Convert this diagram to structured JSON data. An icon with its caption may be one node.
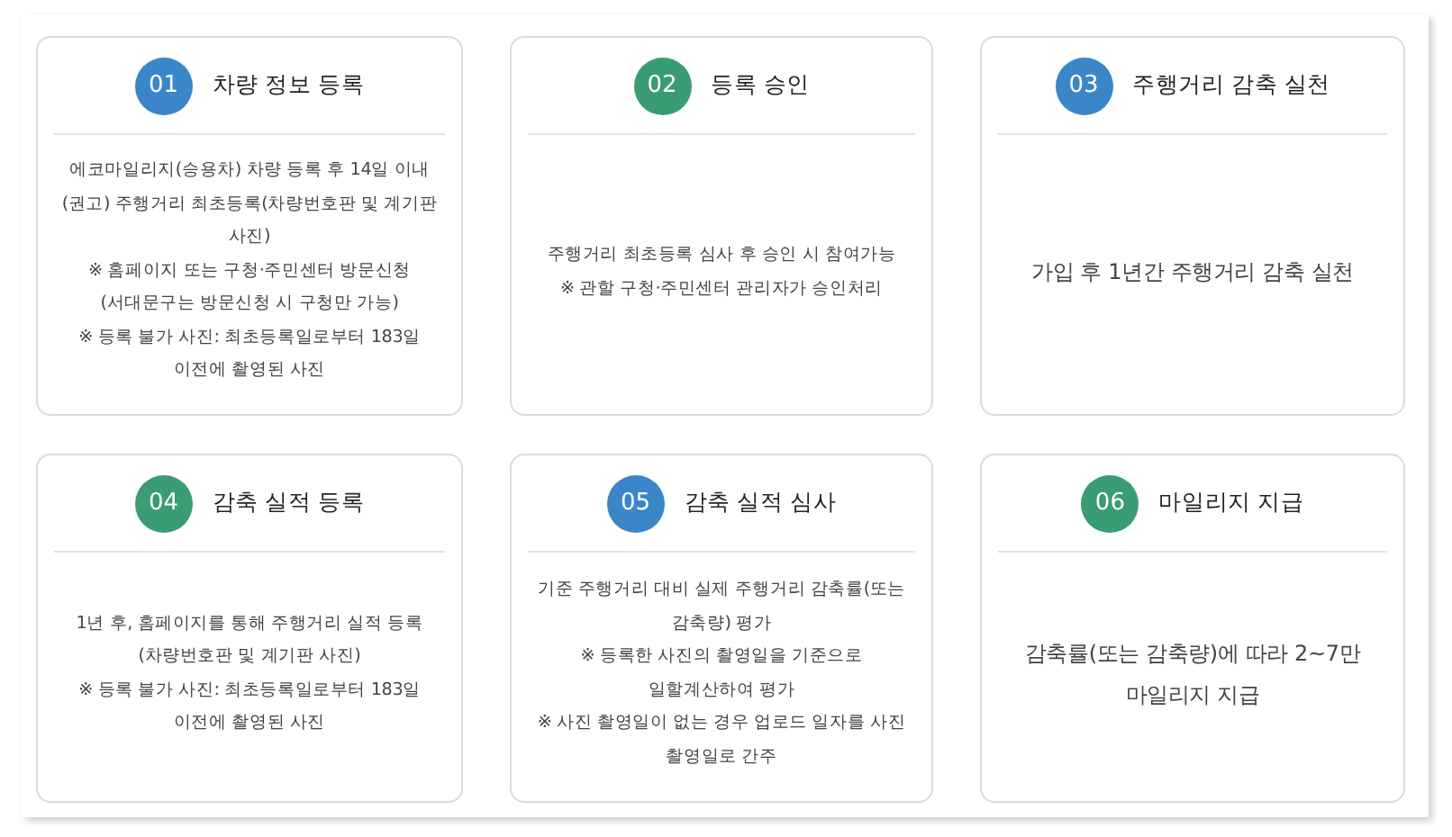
{
  "diagram": {
    "nodes": [
      {
        "text": [
          "차량 정보 등록",
          "에코마일리지(승용차) 차량 등록 후 14일 이내 (권고) 주행거리 최초등록(차량번호판 및 계기판 사진)",
          "※ 홈페이지 또는 구청·주민센터 방문신청 (서대문구는 방문신청 시 구청만 가능)",
          "※ 등록 불가 사진: 최초등록일로부터 183일 이전에 촬영된 사진"
        ]
      },
      {
        "text": [
          "01"
        ],
        "in": 0
      },
      {
        "text": [
          "등록 승인",
          "주행거리 최초등록 심사 후 승인 시 참여가능",
          "※ 관할 구청·주민센터 관리자가 승인처리"
        ]
      },
      {
        "text": [
          "02"
        ],
        "in": 2
      },
      {
        "text": [
          "주행거리 감축 실천",
          "가입 후 1년간 주행거리 감축 실천"
        ]
      },
      {
        "text": [
          "03"
        ],
        "in": 4
      },
      {
        "text": [
          "감축 실적 등록",
          "1년 후, 홈페이지를 통해 주행거리 실적 등록 (차량번호판 및 계기판 사진)",
          "※ 등록 불가 사진: 최초등록일로부터 183일 이전에 촬영된 사진"
        ]
      },
      {
        "text": [
          "04"
        ],
        "in": 6
      },
      {
        "text": [
          "감축 실적 심사",
          "기준 주행거리 대비 실제 주행거리 감축률(또는 감축량) 평가",
          "※ 등록한 사진의 촬영일을 기준으로 일할계산하여 평가",
          "※ 사진 촬영일이 없는 경우 업로드 일자를 사진 촬영일로 간주"
        ]
      },
      {
        "text": [
          "05"
        ],
        "in": 8
      },
      {
        "text": [
          "마일리지 지급",
          "감축률(또는 감축량)에 따라 2~7만 마일리지 지급"
        ]
      },
      {
        "text": [
          "06"
        ],
        "in": 10
      }
    ]
  }
}
